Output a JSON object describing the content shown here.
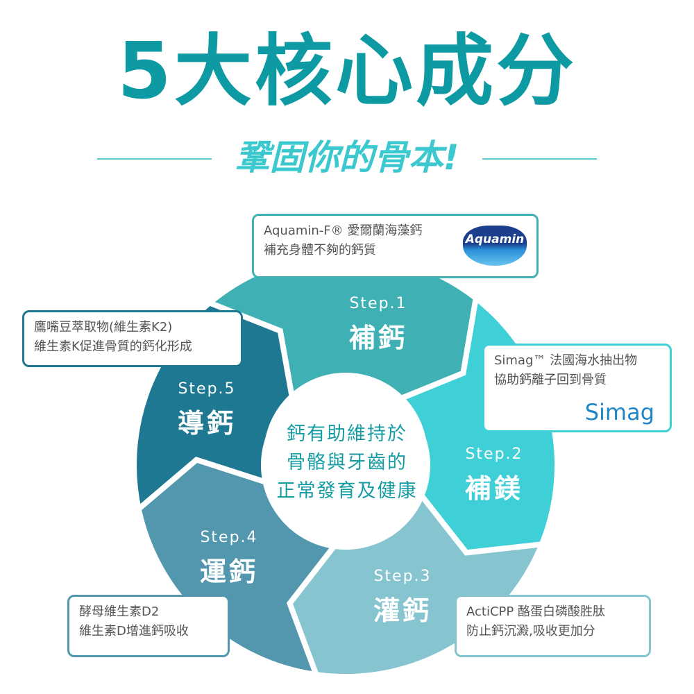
{
  "header": {
    "title": "5大核心成分",
    "subtitle": "鞏固你的骨本!"
  },
  "center_text": [
    "鈣有助維持於",
    "骨骼與牙齒的",
    "正常發育及健康"
  ],
  "colors": {
    "title": "#0e9aa2",
    "subtitle": "#3cc8cf",
    "step1": "#3fb1b5",
    "step2": "#3ed0d6",
    "step3": "#86c4d0",
    "step4": "#5297ad",
    "step5": "#1f7891"
  },
  "steps": [
    {
      "step": "Step.1",
      "title": "補鈣"
    },
    {
      "step": "Step.2",
      "title": "補鎂"
    },
    {
      "step": "Step.3",
      "title": "灌鈣"
    },
    {
      "step": "Step.4",
      "title": "運鈣"
    },
    {
      "step": "Step.5",
      "title": "導鈣"
    }
  ],
  "ingredients": [
    {
      "line1": "Aquamin-F® 愛爾蘭海藻鈣",
      "line2": "補充身體不夠的鈣質",
      "logo": "Aquamin"
    },
    {
      "line1": "Simag™ 法國海水抽出物",
      "line2": "協助鈣離子回到骨質",
      "logo": "Simag"
    },
    {
      "line1": "ActiCPP 酪蛋白磷酸胜肽",
      "line2": "防止鈣沉澱,吸收更加分"
    },
    {
      "line1": "酵母維生素D2",
      "line2": "維生素D增進鈣吸收"
    },
    {
      "line1": "鷹嘴豆萃取物(維生素K2)",
      "line2": "維生素K促進骨質的鈣化形成"
    }
  ]
}
